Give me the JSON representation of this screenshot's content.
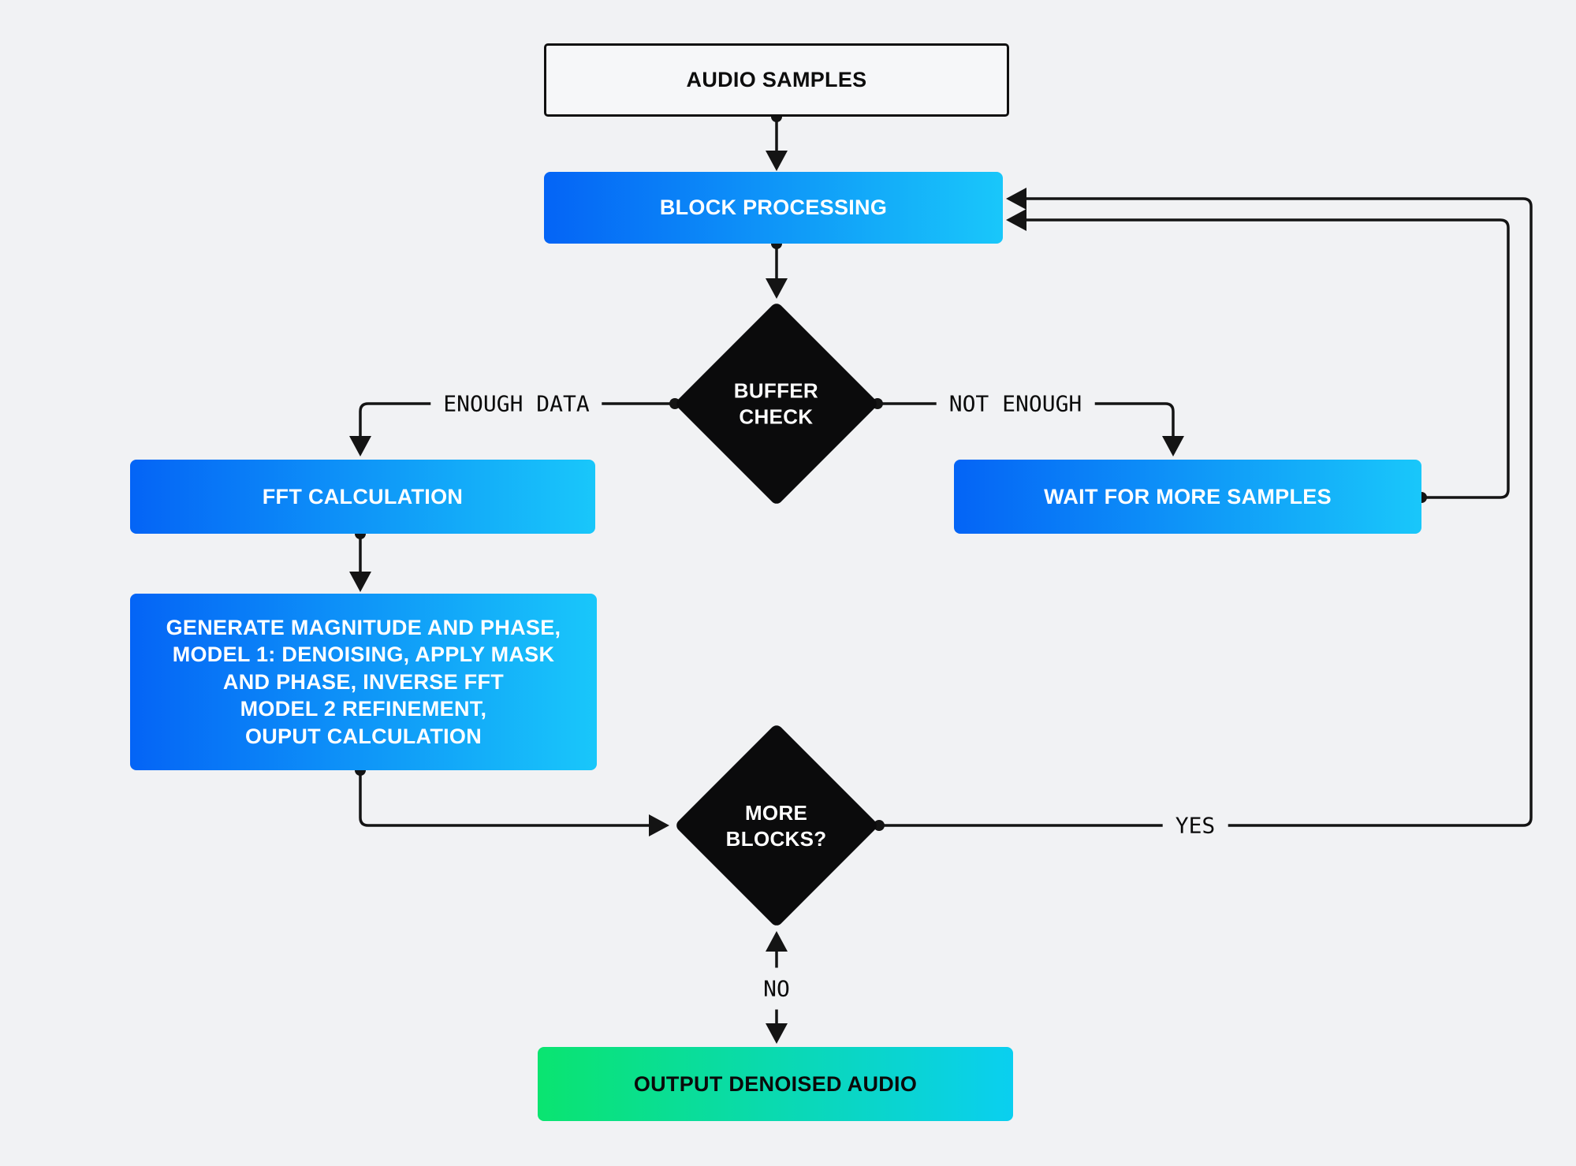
{
  "colors": {
    "background": "#F1F2F4",
    "line": "#141414",
    "blue_gradient_start": "#0464F6",
    "blue_gradient_end": "#19C7FA",
    "green_gradient_start": "#0AE470",
    "green_gradient_end": "#0ACFF0",
    "decision_fill": "#0B0B0C"
  },
  "nodes": {
    "audio_samples": {
      "label": "AUDIO SAMPLES"
    },
    "block_processing": {
      "label": "BLOCK PROCESSING"
    },
    "buffer_check": {
      "label": "BUFFER\nCHECK"
    },
    "fft_calculation": {
      "label": "FFT CALCULATION"
    },
    "wait_for_more_samples": {
      "label": "WAIT FOR MORE SAMPLES"
    },
    "processing_steps": {
      "label": "GENERATE MAGNITUDE AND PHASE,\nMODEL 1: DENOISING, APPLY MASK\nAND PHASE, INVERSE FFT\nMODEL 2 REFINEMENT,\nOUPUT CALCULATION"
    },
    "more_blocks": {
      "label": "MORE\nBLOCKS?"
    },
    "output_denoised_audio": {
      "label": "OUTPUT DENOISED AUDIO"
    }
  },
  "edge_labels": {
    "enough_data": "ENOUGH DATA",
    "not_enough": "NOT ENOUGH",
    "yes": "YES",
    "no": "NO"
  }
}
